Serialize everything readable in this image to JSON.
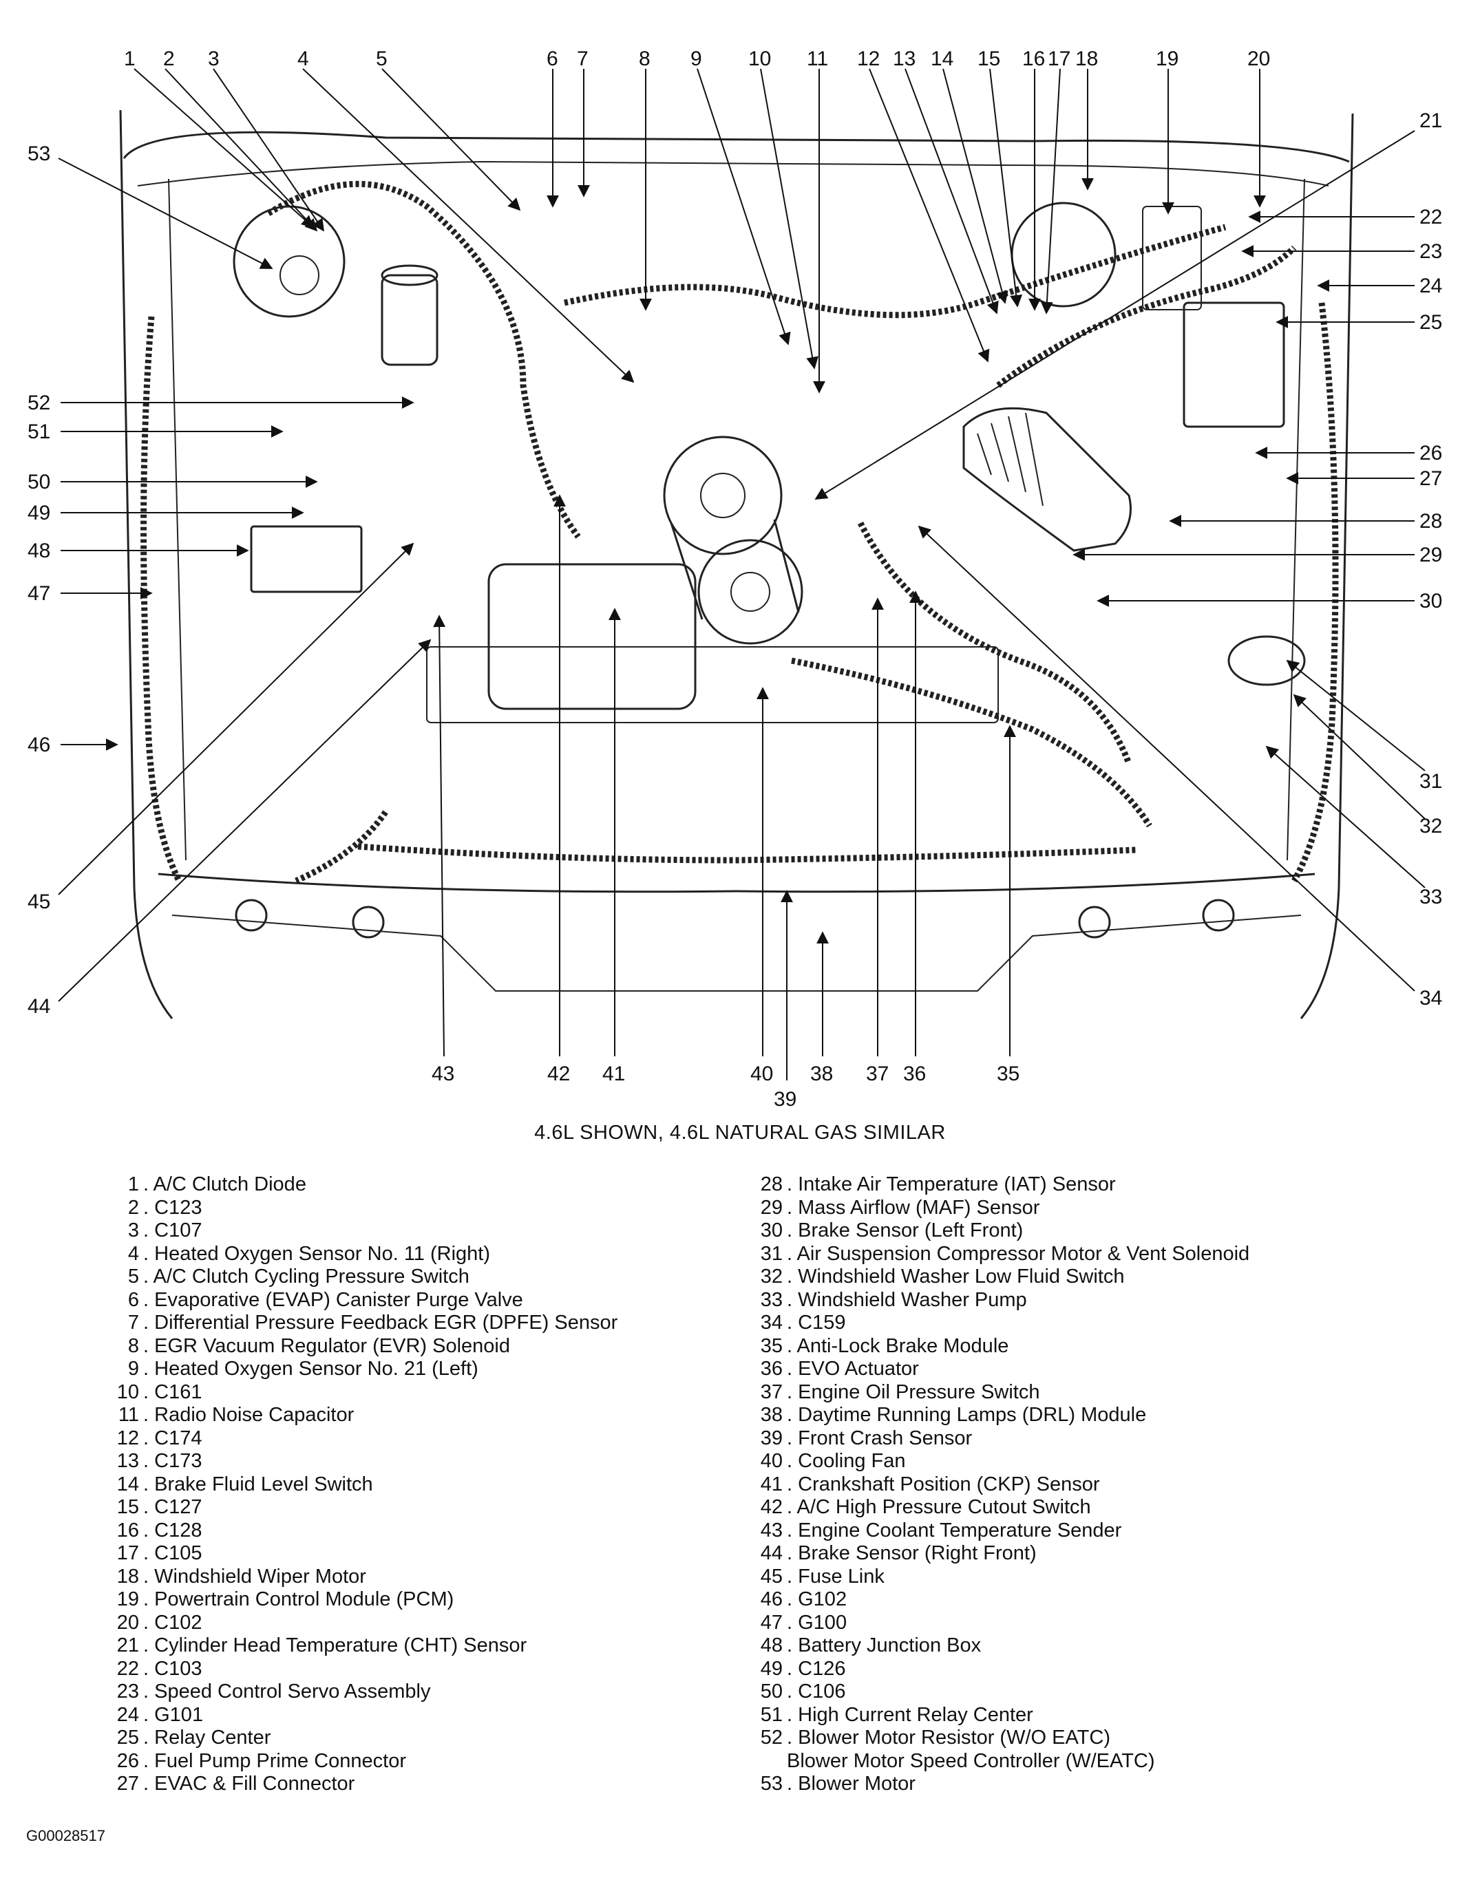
{
  "figure_caption": "4.6L SHOWN, 4.6L NATURAL GAS SIMILAR",
  "figure_id": "G00028517",
  "legend": [
    {
      "number": "1",
      "label": "A/C Clutch Diode"
    },
    {
      "number": "2",
      "label": "C123"
    },
    {
      "number": "3",
      "label": "C107"
    },
    {
      "number": "4",
      "label": "Heated Oxygen Sensor No. 11 (Right)"
    },
    {
      "number": "5",
      "label": "A/C Clutch Cycling Pressure Switch"
    },
    {
      "number": "6",
      "label": "Evaporative (EVAP) Canister Purge Valve"
    },
    {
      "number": "7",
      "label": "Differential Pressure Feedback EGR (DPFE) Sensor"
    },
    {
      "number": "8",
      "label": "EGR Vacuum Regulator (EVR) Solenoid"
    },
    {
      "number": "9",
      "label": "Heated Oxygen Sensor No. 21 (Left)"
    },
    {
      "number": "10",
      "label": "C161"
    },
    {
      "number": "11",
      "label": "Radio Noise Capacitor"
    },
    {
      "number": "12",
      "label": "C174"
    },
    {
      "number": "13",
      "label": "C173"
    },
    {
      "number": "14",
      "label": "Brake Fluid Level Switch"
    },
    {
      "number": "15",
      "label": "C127"
    },
    {
      "number": "16",
      "label": "C128"
    },
    {
      "number": "17",
      "label": "C105"
    },
    {
      "number": "18",
      "label": "Windshield Wiper Motor"
    },
    {
      "number": "19",
      "label": "Powertrain Control Module (PCM)"
    },
    {
      "number": "20",
      "label": "C102"
    },
    {
      "number": "21",
      "label": "Cylinder Head Temperature (CHT) Sensor"
    },
    {
      "number": "22",
      "label": "C103"
    },
    {
      "number": "23",
      "label": "Speed Control Servo Assembly"
    },
    {
      "number": "24",
      "label": "G101"
    },
    {
      "number": "25",
      "label": "Relay Center"
    },
    {
      "number": "26",
      "label": "Fuel Pump Prime Connector"
    },
    {
      "number": "27",
      "label": "EVAC & Fill Connector"
    },
    {
      "number": "28",
      "label": "Intake Air Temperature (IAT) Sensor"
    },
    {
      "number": "29",
      "label": "Mass Airflow (MAF) Sensor"
    },
    {
      "number": "30",
      "label": "Brake Sensor (Left Front)"
    },
    {
      "number": "31",
      "label": "Air Suspension Compressor Motor & Vent Solenoid"
    },
    {
      "number": "32",
      "label": "Windshield Washer Low Fluid Switch"
    },
    {
      "number": "33",
      "label": "Windshield Washer Pump"
    },
    {
      "number": "34",
      "label": "C159"
    },
    {
      "number": "35",
      "label": "Anti-Lock Brake Module"
    },
    {
      "number": "36",
      "label": "EVO Actuator"
    },
    {
      "number": "37",
      "label": "Engine Oil Pressure Switch"
    },
    {
      "number": "38",
      "label": "Daytime Running Lamps (DRL) Module"
    },
    {
      "number": "39",
      "label": "Front Crash Sensor"
    },
    {
      "number": "40",
      "label": "Cooling Fan"
    },
    {
      "number": "41",
      "label": "Crankshaft Position (CKP) Sensor"
    },
    {
      "number": "42",
      "label": "A/C High Pressure Cutout Switch"
    },
    {
      "number": "43",
      "label": "Engine Coolant Temperature Sender"
    },
    {
      "number": "44",
      "label": "Brake Sensor (Right Front)"
    },
    {
      "number": "45",
      "label": "Fuse Link"
    },
    {
      "number": "46",
      "label": "G102"
    },
    {
      "number": "47",
      "label": "G100"
    },
    {
      "number": "48",
      "label": "Battery Junction Box"
    },
    {
      "number": "49",
      "label": "C126"
    },
    {
      "number": "50",
      "label": "C106"
    },
    {
      "number": "51",
      "label": "High Current Relay Center"
    },
    {
      "number": "52",
      "label": "Blower Motor Resistor (W/O EATC)",
      "continuation": "Blower Motor Speed Controller (W/EATC)"
    },
    {
      "number": "53",
      "label": "Blower Motor"
    }
  ]
}
